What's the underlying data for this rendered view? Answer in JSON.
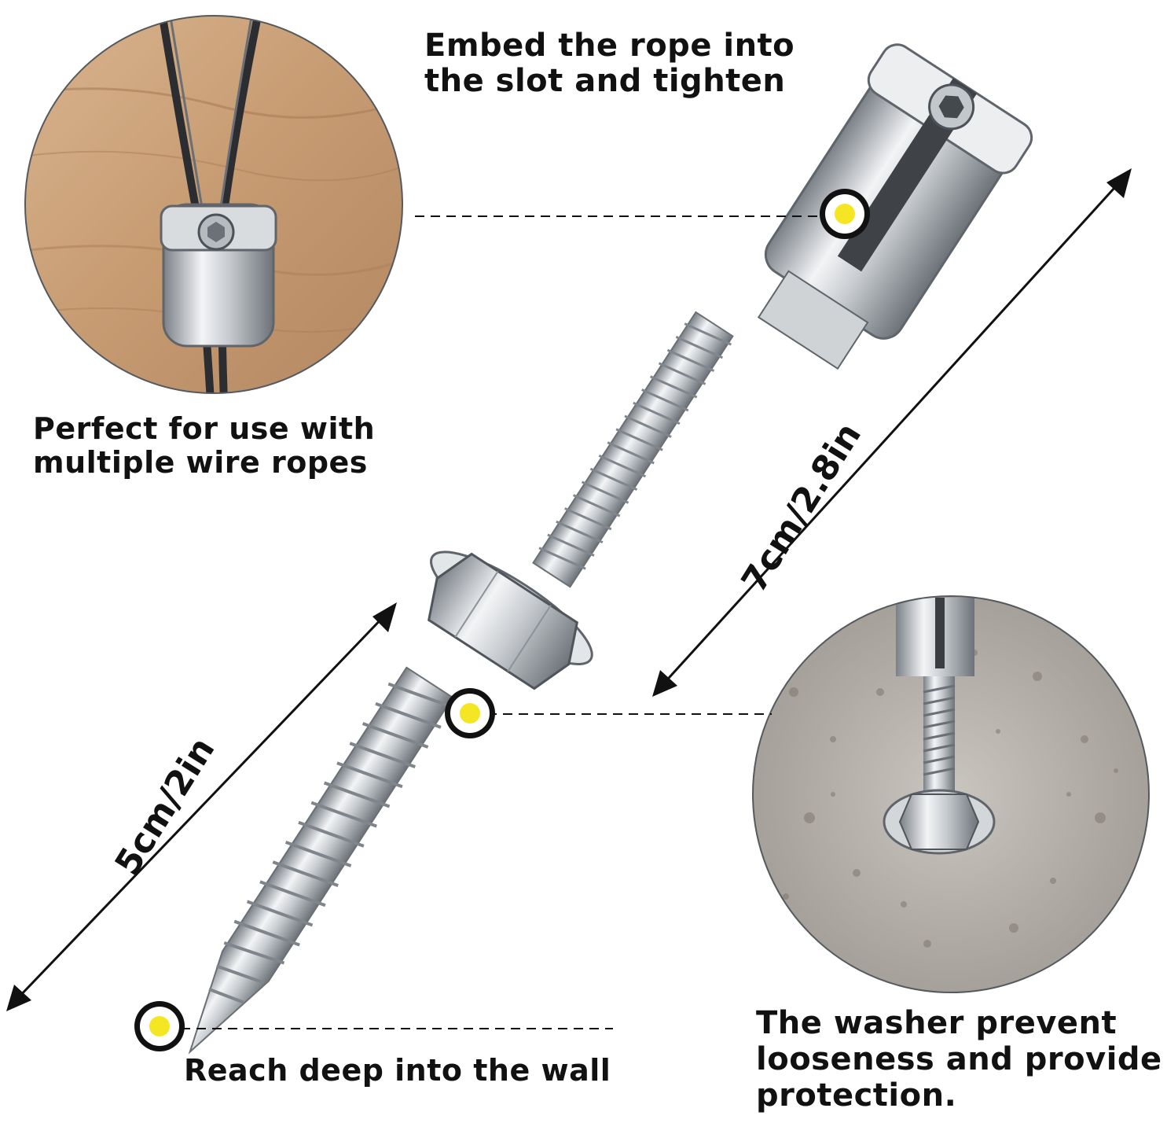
{
  "captions": {
    "rope_slot": [
      "Embed the rope into",
      "the slot and tighten"
    ],
    "multiple_ropes": [
      "Perfect for use with",
      "multiple wire ropes"
    ],
    "reach_wall": [
      "Reach deep into the wall"
    ],
    "washer": [
      "The washer prevent",
      "looseness and provide",
      "protection."
    ]
  },
  "dimensions": {
    "upper": "7cm/2.8in",
    "lower": "5cm/2in"
  },
  "colors": {
    "marker_fill": "#f4e623",
    "marker_ring": "#111111",
    "metal_light": "#e9ebee",
    "metal_mid": "#b9bec4",
    "metal_dark": "#6f757c",
    "wood": "#c9a27c",
    "wall": "#b7b2ab",
    "text": "#111111"
  }
}
